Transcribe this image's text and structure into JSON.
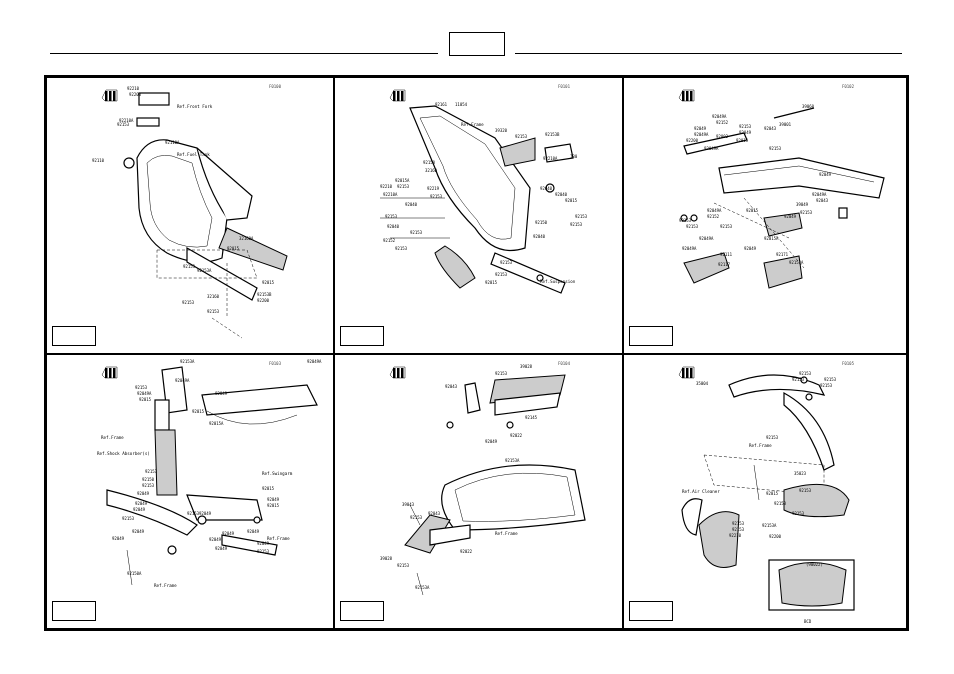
{
  "header": {
    "box_text": ""
  },
  "panels": [
    {
      "id": "frame-front",
      "tag": "F0100",
      "parts": [
        "92210",
        "92200",
        "92210A",
        "92153",
        "92110",
        "92110A",
        "32160",
        "92153A",
        "92015",
        "32160A",
        "92153",
        "92153",
        "92153B",
        "92200",
        "92015",
        "92153"
      ],
      "refs": [
        "Ref.Front Fork",
        "Ref.Fuel Tank"
      ]
    },
    {
      "id": "frame-side",
      "tag": "F0101",
      "parts": [
        "92161",
        "11054",
        "39320",
        "92153",
        "92153B",
        "92210A",
        "92150",
        "32160",
        "92015A",
        "92153",
        "92219",
        "92153",
        "92210",
        "92210A",
        "92040",
        "92153",
        "92040",
        "92153",
        "92152",
        "92153",
        "92040",
        "92040",
        "92015",
        "92153",
        "92153",
        "92150",
        "92040",
        "92153",
        "92153",
        "92015",
        "130"
      ],
      "refs": [
        "Ref.Frame",
        "Ref.Suspension"
      ]
    },
    {
      "id": "swingarm",
      "tag": "F0102",
      "parts": [
        "39060",
        "92049A",
        "92152",
        "92049",
        "92049A",
        "92002",
        "92200",
        "92049A",
        "92153",
        "92049",
        "92043",
        "39001",
        "92015",
        "92153",
        "92049",
        "92049A",
        "92043",
        "92049A",
        "92152",
        "92153",
        "92153",
        "92153",
        "92015",
        "39049",
        "92153",
        "92049",
        "92049A",
        "92049A",
        "92111",
        "92117",
        "92049",
        "92015A",
        "92171",
        "92153A"
      ],
      "refs": []
    },
    {
      "id": "rear-suspension",
      "tag": "F0103",
      "parts": [
        "92153A",
        "92049A",
        "92153",
        "92049A",
        "92015",
        "92049A",
        "92049",
        "92015",
        "92015A",
        "92150",
        "92153",
        "92153",
        "92049",
        "92049",
        "92049",
        "92153",
        "92049",
        "92049",
        "92049",
        "92049",
        "92015",
        "92049",
        "92015",
        "92049",
        "92049",
        "92153",
        "92153",
        "92049",
        "92049",
        "92150A"
      ],
      "refs": [
        "Ref.Frame",
        "Ref.Shock Absorber(s)",
        "Ref.Swingarm",
        "Ref.Frame",
        "Ref.Frame"
      ]
    },
    {
      "id": "footpegs",
      "tag": "F0104",
      "parts": [
        "92043",
        "92153",
        "39028",
        "92145",
        "92022",
        "92049",
        "92153A",
        "39043",
        "92153",
        "92043",
        "39028",
        "92022",
        "92153",
        "92153A"
      ],
      "refs": [
        "Ref.Frame"
      ]
    },
    {
      "id": "fenders",
      "tag": "F0105",
      "parts": [
        "35004",
        "92153",
        "92153",
        "92153",
        "92153",
        "92153",
        "35023",
        "92153",
        "92015",
        "92153",
        "92153",
        "92153A",
        "92153",
        "92153",
        "92210",
        "92200"
      ],
      "refs": [
        "Ref.Frame",
        "Ref.Air Cleaner"
      ],
      "callout": "(90022)",
      "callout_sub": "BCD"
    }
  ]
}
